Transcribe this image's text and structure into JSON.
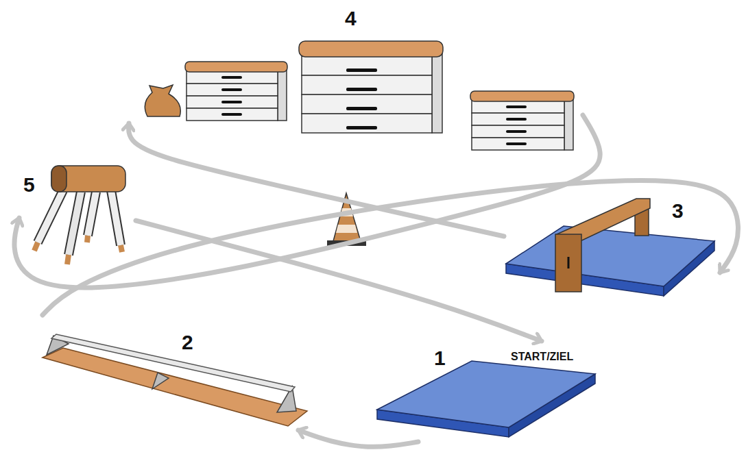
{
  "diagram": {
    "nodes": [
      {
        "text": [
          "1",
          "START/ZIEL"
        ]
      },
      {
        "text": [
          "2"
        ]
      },
      {
        "text": [
          "3"
        ]
      },
      {
        "text": [
          "4"
        ]
      },
      {
        "text": [
          "5"
        ]
      }
    ],
    "edges": [
      {
        "from": 0,
        "to": 1,
        "arrow": "to"
      },
      {
        "from": 1,
        "to": 2,
        "arrow": "to"
      },
      {
        "from": 2,
        "to": 3,
        "arrow": "to"
      },
      {
        "from": 3,
        "to": 4,
        "arrow": "to"
      },
      {
        "from": 4,
        "to": 0,
        "arrow": "to"
      }
    ]
  }
}
